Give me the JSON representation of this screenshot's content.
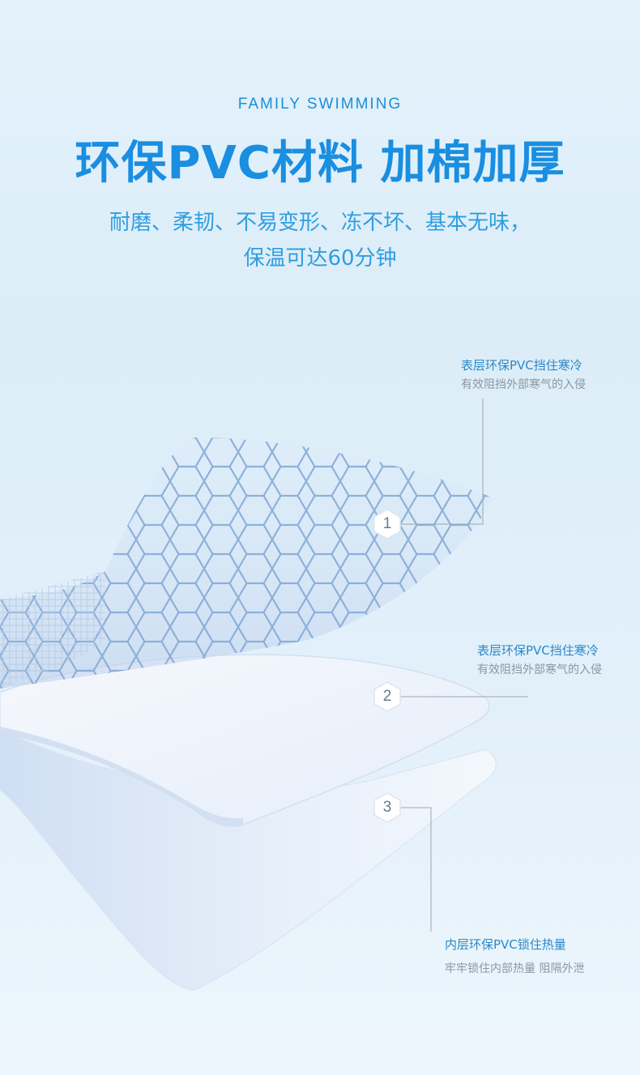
{
  "header": {
    "eyebrow": "FAMILY SWIMMING",
    "headline": "环保PVC材料 加棉加厚",
    "subtitle_line1": "耐磨、柔韧、不易变形、冻不坏、基本无味，",
    "subtitle_line2": "保温可达60分钟"
  },
  "layers": [
    {
      "number": "1",
      "title": "表层环保PVC挡住寒冷",
      "description": "有效阻挡外部寒气的入侵"
    },
    {
      "number": "2",
      "title": "表层环保PVC挡住寒冷",
      "description": "有效阻挡外部寒气的入侵"
    },
    {
      "number": "3",
      "title": "内层环保PVC锁住热量",
      "description": "牢牢锁住内部热量 阻隔外泄"
    }
  ],
  "colors": {
    "accent": "#1a8ee0",
    "title_blue": "#2b88c8",
    "muted_gray": "#8a97a3",
    "background": "#e0eff9",
    "mesh": "#7fa6d6"
  },
  "icons": [
    "hexagon-badge-icon"
  ]
}
